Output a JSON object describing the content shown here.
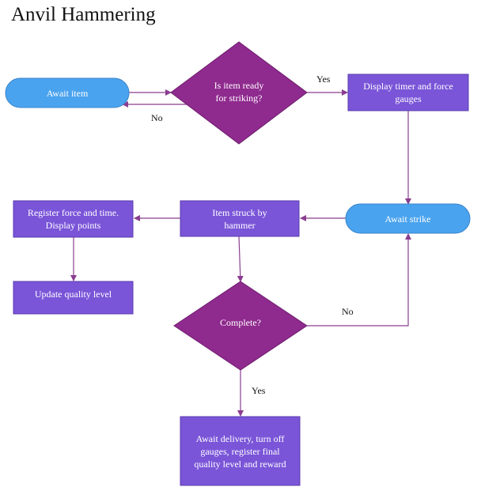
{
  "title": "Anvil Hammering",
  "colors": {
    "terminal_fill": "#4aa3ee",
    "terminal_stroke": "#3a84c9",
    "process_fill": "#7a55d8",
    "process_stroke": "#5a3cae",
    "decision_fill": "#8f2a8e",
    "decision_stroke": "#6e1f6d",
    "edge": "#8a3e8f"
  },
  "nodes": {
    "await_item": "Await item",
    "is_item_ready": "Is item ready for striking?",
    "display_timer": "Display timer and force gauges",
    "await_strike": "Await strike",
    "item_struck": "Item struck by hammer",
    "register_force": "Register force and time. Display points",
    "update_quality": "Update quality level",
    "complete": "Complete?",
    "await_delivery": "Await delivery, turn off gauges, register final quality level and reward"
  },
  "edge_labels": {
    "ready_yes": "Yes",
    "ready_no": "No",
    "complete_no": "No",
    "complete_yes": "Yes"
  }
}
